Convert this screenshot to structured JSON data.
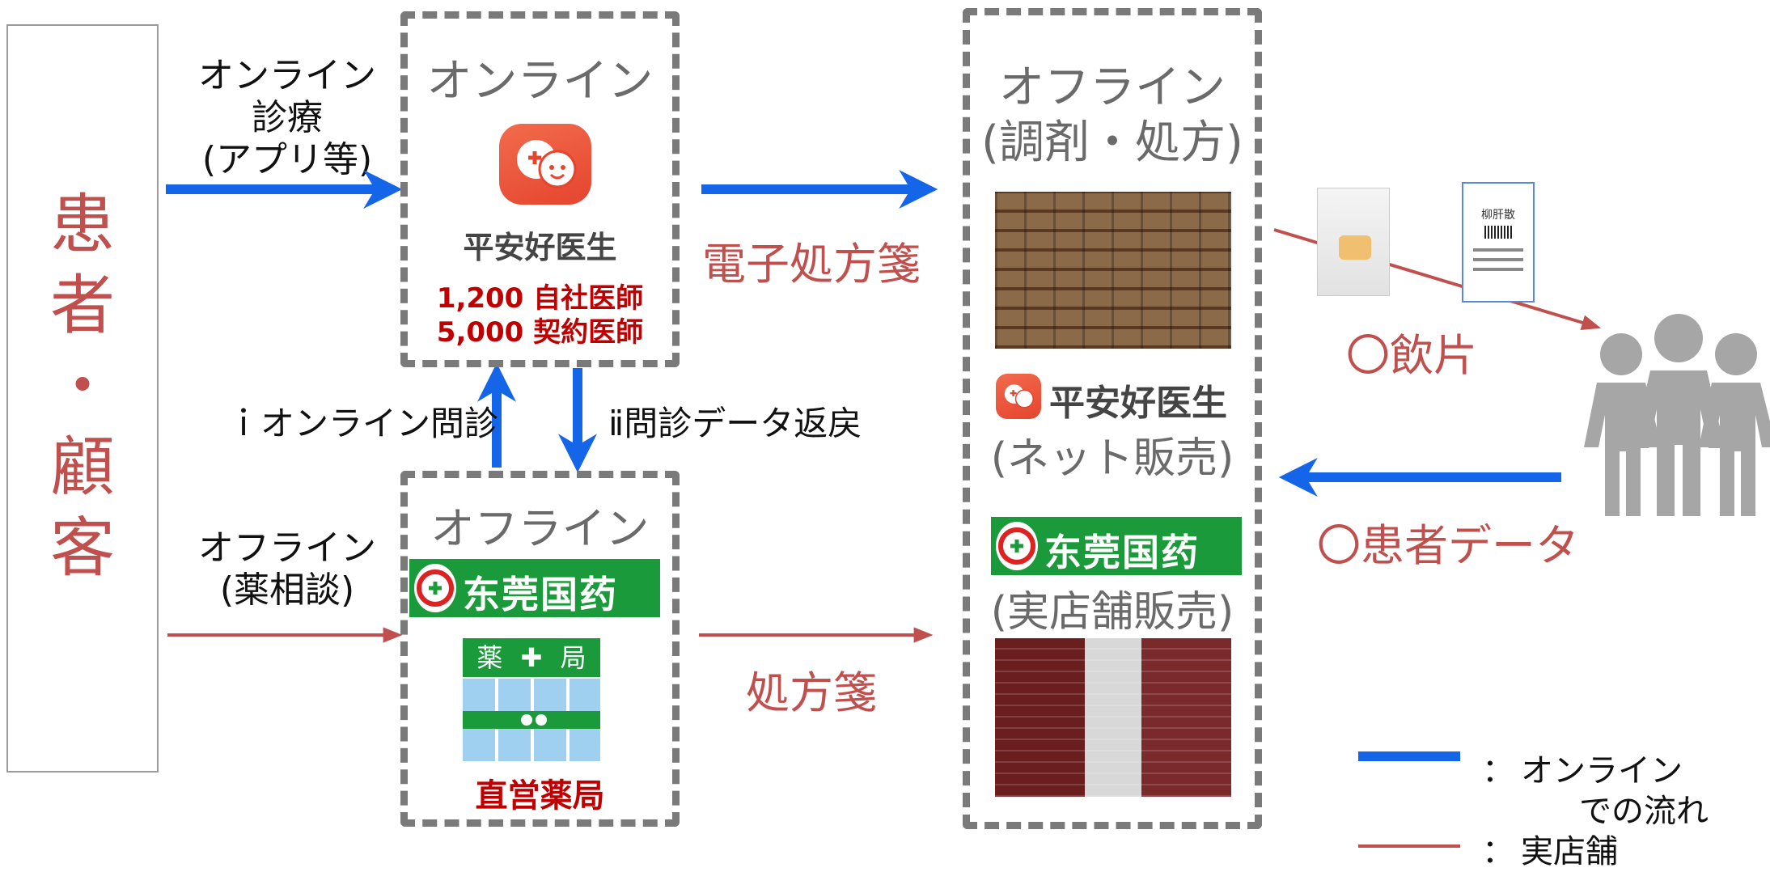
{
  "patient": {
    "line1": "患",
    "line2": "者",
    "dot": "・",
    "line3": "顧",
    "line4": "客"
  },
  "online_consult_label": {
    "l1": "オンライン",
    "l2": "診療",
    "l3": "(アプリ等)"
  },
  "offline_consult_label": {
    "l1": "オフライン",
    "l2": "(薬相談)"
  },
  "online_box": {
    "title": "オンライン",
    "brand": "平安好医生",
    "stat1": "1,200  自社医師",
    "stat2": "5,000  契約医師"
  },
  "offline_box": {
    "title": "オフライン",
    "brand_banner": "东莞国药",
    "pharmacy_sign_left": "薬",
    "pharmacy_sign_cross": "✚",
    "pharmacy_sign_right": "局",
    "caption": "直営薬局"
  },
  "mid_labels": {
    "up": "ｉオンライン問診",
    "down": "ⅱ問診データ返戻"
  },
  "arrow_labels": {
    "online": "電子処方箋",
    "offline": "処方箋"
  },
  "right_box": {
    "title1": "オフライン",
    "title2": "(調剤・処方)",
    "brand": "平安好医生",
    "net_sales": "(ネット販売)",
    "brand_banner": "东莞国药",
    "store_sales": "(実店舗販売)"
  },
  "right_labels": {
    "herbal": "〇飲片",
    "patient_data": "〇患者データ"
  },
  "product_box_text": "柳肝散",
  "legend": {
    "online_sep": "：",
    "online_l1": "オンライン",
    "online_l2": "での流れ",
    "store_sep": "：",
    "store": "実店舗"
  },
  "colors": {
    "online": "#1565e8",
    "store": "#c0504d",
    "gray": "#7a7a7a",
    "green": "#1a9a3a",
    "red": "#c00000"
  }
}
